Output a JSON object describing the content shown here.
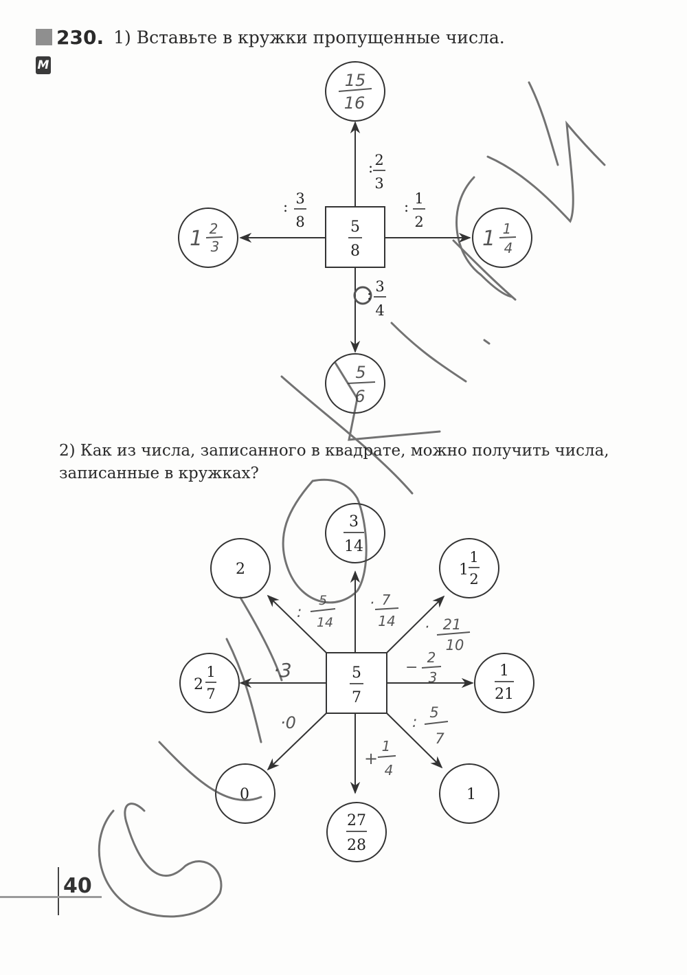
{
  "header": {
    "task_number": "230.",
    "part1_text": "1) Вставьте в кружки пропущенные числа.",
    "badge": "М"
  },
  "part1": {
    "center": {
      "num": "5",
      "den": "8"
    },
    "up": {
      "op": ":",
      "op_num": "2",
      "op_den": "3",
      "answer_num": "15",
      "answer_den": "16"
    },
    "left": {
      "op": ":",
      "op_num": "3",
      "op_den": "8",
      "answer_whole": "1",
      "answer_num": "2",
      "answer_den": "3"
    },
    "right": {
      "op": ":",
      "op_num": "1",
      "op_den": "2",
      "answer_whole": "1",
      "answer_num": "1",
      "answer_den": "4"
    },
    "down": {
      "op": ":",
      "op_num": "3",
      "op_den": "4",
      "answer_num": "5",
      "answer_den": "6"
    }
  },
  "part2": {
    "question": "2) Как из числа, записанного в квадрате, можно получить числа, записанные в кружках?",
    "center": {
      "num": "5",
      "den": "7"
    },
    "top": {
      "num": "3",
      "den": "14",
      "hand_op": "·",
      "hand_num": "7",
      "hand_den": "14"
    },
    "top_right": {
      "whole": "1",
      "num": "1",
      "den": "2",
      "hand_op": "·",
      "hand_num": "21",
      "hand_den": "10"
    },
    "right": {
      "num": "1",
      "den": "21",
      "hand_op": "−",
      "hand_num": "2",
      "hand_den": "3"
    },
    "bottom_right": {
      "value": "1",
      "hand_op": ":",
      "hand_num": "5",
      "hand_den": "7"
    },
    "bottom": {
      "num": "27",
      "den": "28",
      "hand_op": "+",
      "hand_num": "1",
      "hand_den": "4"
    },
    "bottom_left": {
      "value": "0",
      "hand_label": "·0"
    },
    "left": {
      "whole": "2",
      "num": "1",
      "den": "7",
      "hand_label": "·3"
    },
    "top_left": {
      "value": "2",
      "hand_op": ":",
      "hand_num": "5",
      "hand_den": "14"
    }
  },
  "footer": {
    "page_number": "40"
  }
}
